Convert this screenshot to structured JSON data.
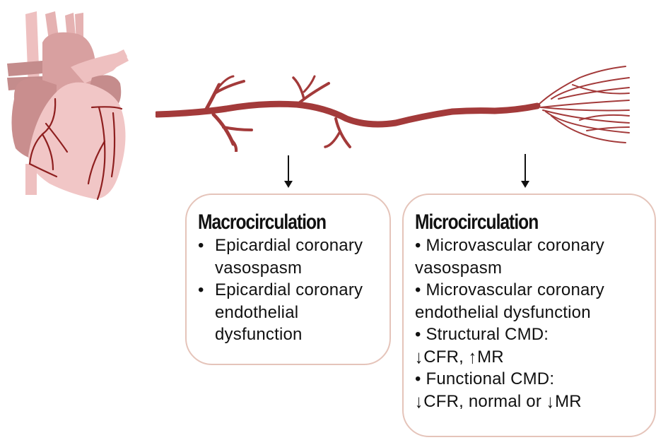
{
  "figure": {
    "heart_icon": "anatomical-heart-icon",
    "vessel_icon": "coronary-vessel-branching-icon",
    "colors": {
      "vessel": "#a33a3a",
      "heart_light": "#eebcbc",
      "heart_mid": "#d39a9a",
      "heart_dark": "#c08686",
      "coronary": "#8e1f1f",
      "box_border": "#e5c4ba",
      "text": "#111111"
    }
  },
  "macro": {
    "title": "Macrocirculation",
    "items": [
      {
        "bullet": "•",
        "lines": [
          "Epicardial coronary",
          "vasospasm"
        ]
      },
      {
        "bullet": "•",
        "lines": [
          "Epicardial coronary",
          "endothelial",
          "dysfunction"
        ]
      }
    ]
  },
  "micro": {
    "title": "Microcirculation",
    "items": [
      {
        "line1": "• Microvascular coronary",
        "line2": "vasospasm"
      },
      {
        "line1": "• Microvascular coronary",
        "line2": "endothelial dysfunction"
      },
      {
        "line1": "• Structural CMD:",
        "line2_parts": {
          "down1": "↓",
          "t1": "CFR, ",
          "up": "↑",
          "t2": "MR"
        }
      },
      {
        "line1": "• Functional CMD:",
        "line2_parts": {
          "down1": "↓",
          "t1": "CFR, normal or ",
          "down2": "↓",
          "t2": "MR"
        }
      }
    ]
  }
}
